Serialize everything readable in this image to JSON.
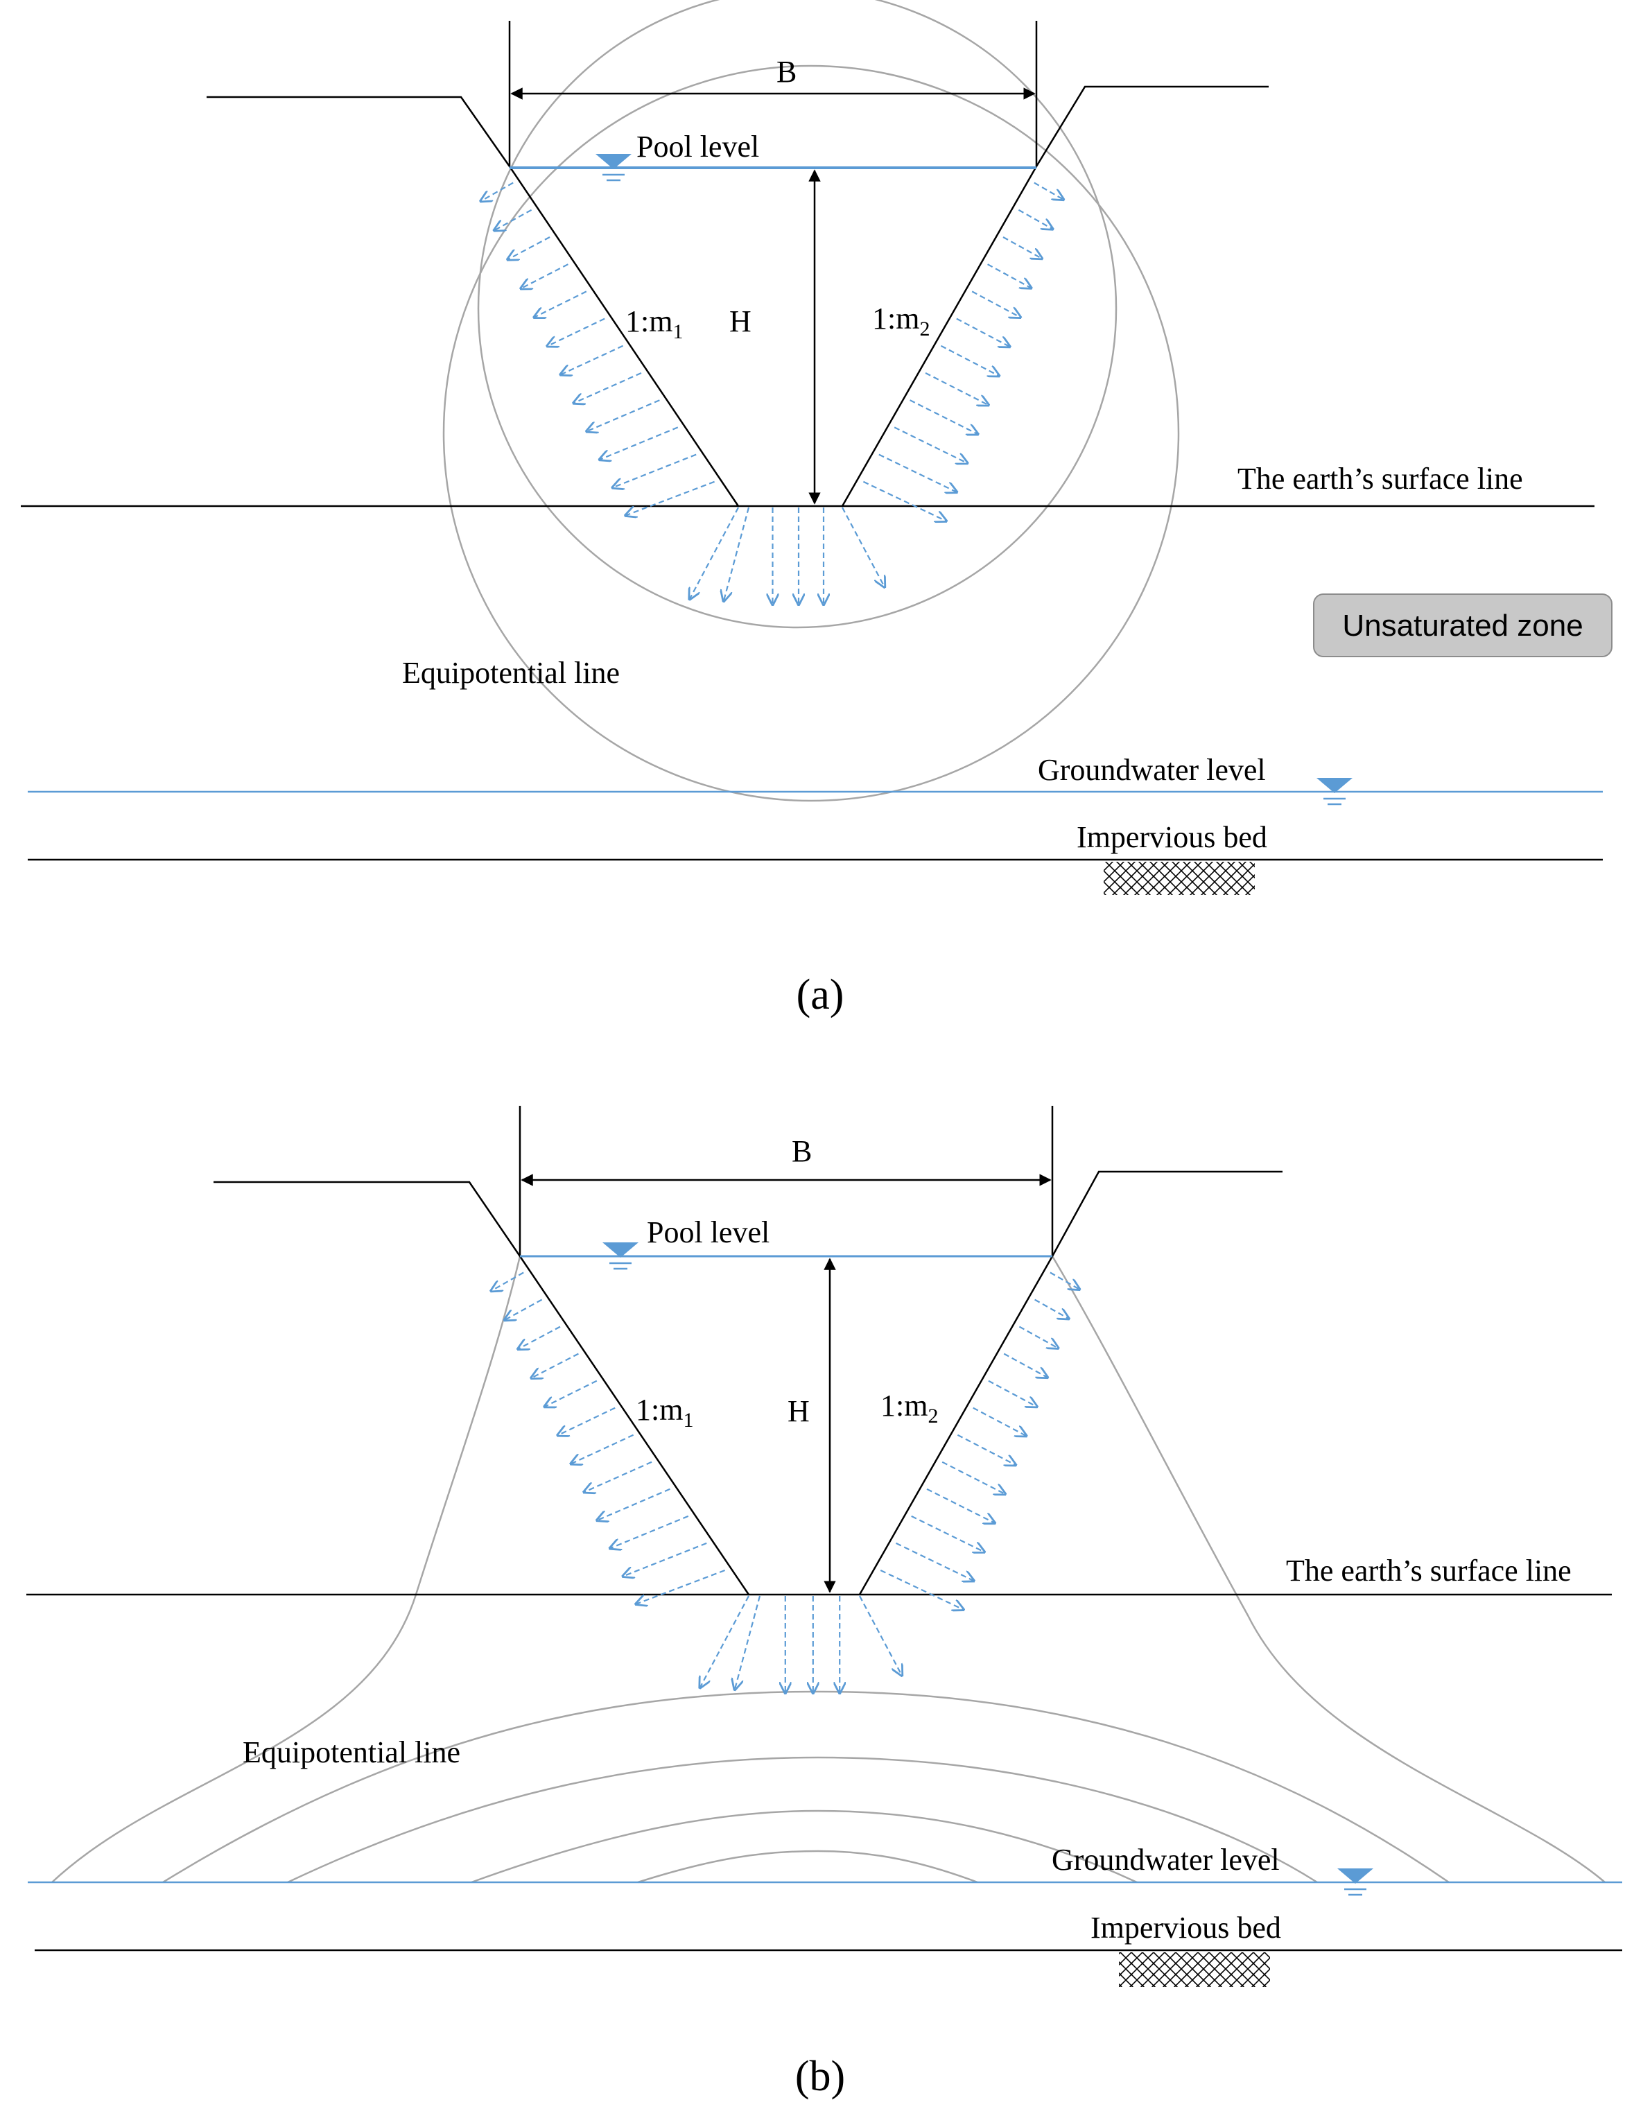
{
  "labels": {
    "b_dim": "B",
    "h_dim": "H",
    "slope_left_prefix": "1:m",
    "slope_left_sub": "1",
    "slope_right_prefix": "1:m",
    "slope_right_sub": "2",
    "pool_level": "Pool level",
    "surface_line": "The earth’s surface line",
    "unsaturated_zone": "Unsaturated zone",
    "equipotential_line": "Equipotential line",
    "groundwater_level": "Groundwater level",
    "impervious_bed": "Impervious bed"
  },
  "captions": {
    "a": "(a)",
    "b": "(b)"
  },
  "colors": {
    "water_blue": "#5B9BD5",
    "line_black": "#000000",
    "equipotential_gray": "#A6A6A6",
    "zone_fill": "#C8C8C8"
  }
}
